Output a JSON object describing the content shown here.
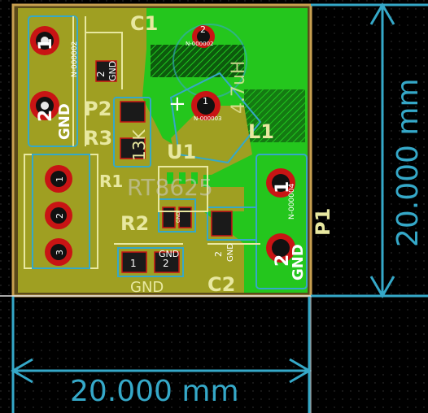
{
  "board": {
    "components": {
      "c1": "C1",
      "p2": "P2",
      "r3": "R3",
      "u1": "U1",
      "l1": "L1",
      "r1": "R1",
      "r2": "R2",
      "c2": "C2",
      "p1": "P1"
    },
    "silkscreen": {
      "value_13k": "13K",
      "gnd_bottom": "GND",
      "ic_value": "RT8625",
      "inductor_value": "4.7uH"
    },
    "nets": {
      "net_top_left": "N-000002",
      "net_c1": "N-000002",
      "net_c1_plus": "N-000003",
      "net_p1": "N-000004"
    },
    "pads": {
      "p2_pin1": "1",
      "p2_pin2": "2",
      "p2_gnd": "GND",
      "p1_pin1": "1",
      "p1_pin2": "2",
      "p1_gnd": "GND",
      "r1_pin1": "1",
      "r1_pin2": "2",
      "r1_pin3": "3",
      "c1_plus": "+",
      "c1_pin1": "1",
      "c1_pin2": "2",
      "r2_pin1": "1",
      "r2_pin2": "2",
      "r2_gnd": "GND",
      "c2_pin2": "2",
      "c2_gnd": "GND",
      "small_2": "2",
      "small_gnd": "GND",
      "u1_pin": "GND"
    }
  },
  "dimensions": {
    "horizontal": "20.000 mm",
    "vertical": "20.000 mm"
  },
  "colors": {
    "background": "#000000",
    "copper_fill": "#9f9f22",
    "copper_green": "#1ec81e",
    "silkscreen": "#e8e8a0",
    "cyan": "#35a8c8",
    "pad_red": "#c81414",
    "dimension": "#35a8c8"
  }
}
